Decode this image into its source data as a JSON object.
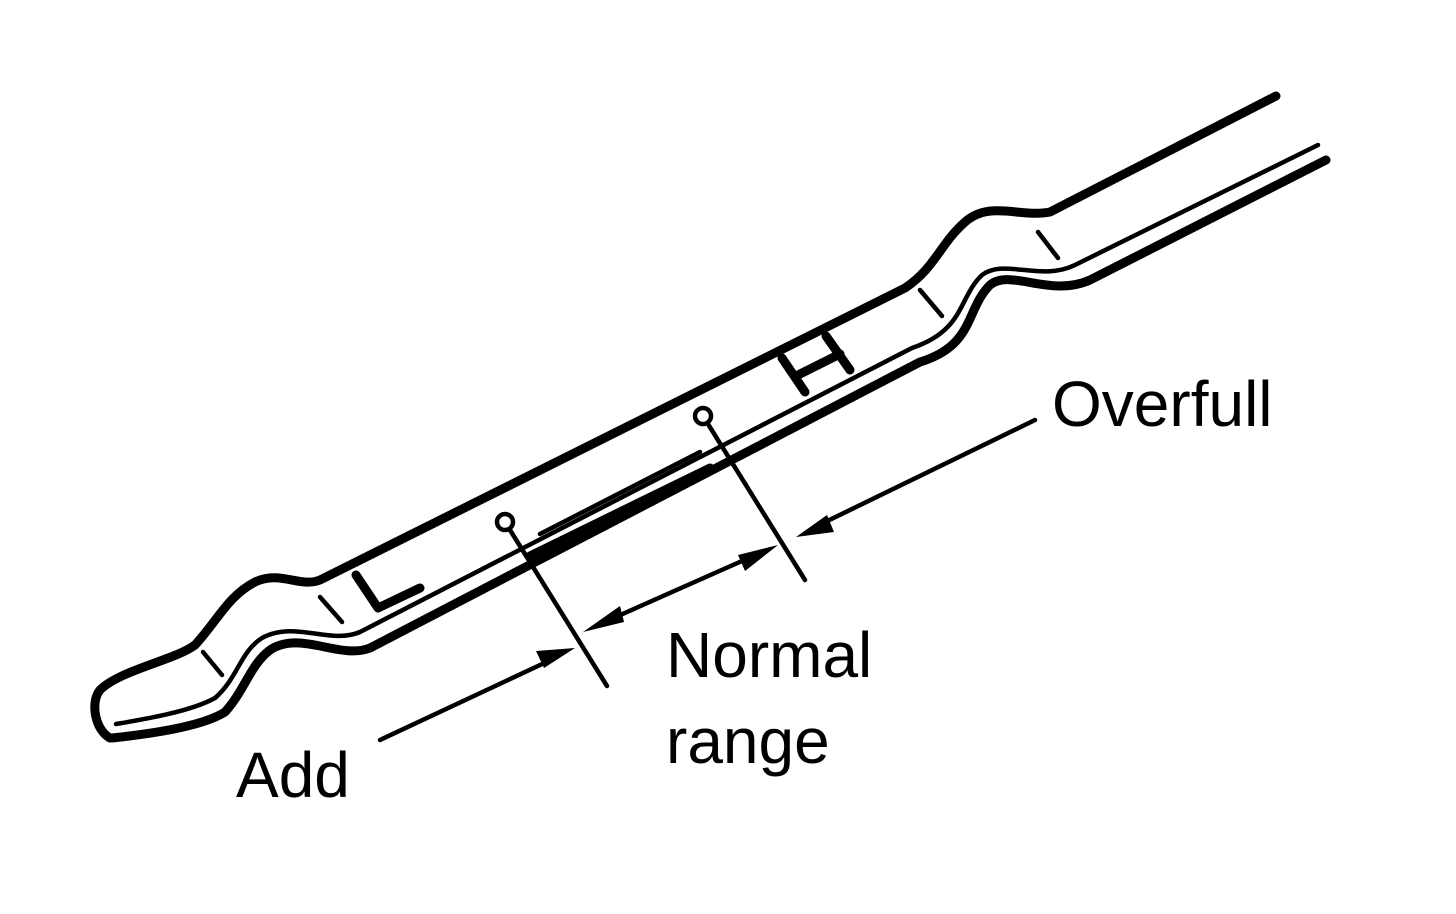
{
  "colors": {
    "ink": "#000000",
    "background": "#ffffff"
  },
  "labels": {
    "overfull": "Overfull",
    "normal_line1": "Normal",
    "normal_line2": "range",
    "add": "Add"
  }
}
